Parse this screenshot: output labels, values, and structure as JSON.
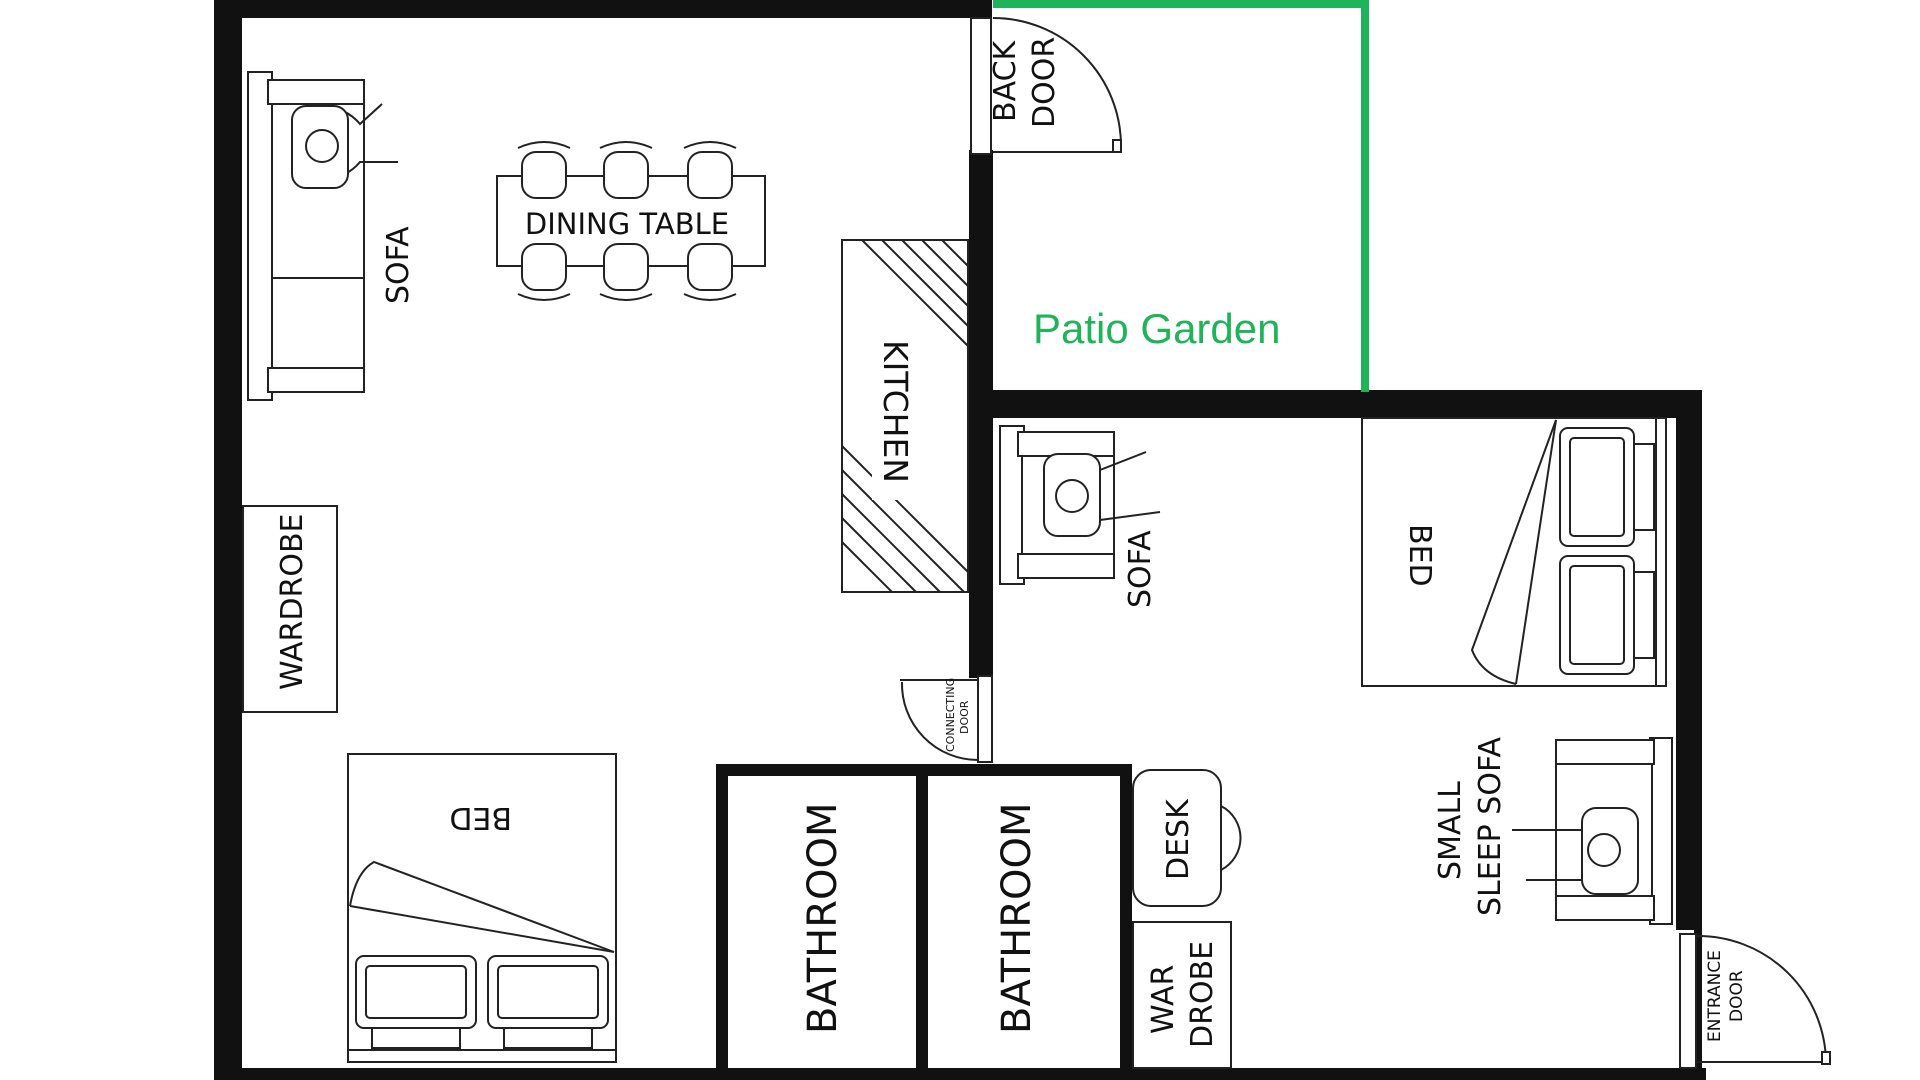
{
  "plan": {
    "colors": {
      "wall": "#111111",
      "patio": "#1fb35a",
      "background": "#ffffff"
    },
    "labels": {
      "patio": "Patio Garden",
      "sofa_living": "SOFA",
      "dining": "DINING TABLE",
      "kitchen": "KITCHEN",
      "wardrobe_left": "WARDROBE",
      "bed_left": "BED",
      "bathroom_1": "BATHROOM",
      "bathroom_2": "BATHROOM",
      "desk": "DESK",
      "wardrobe_small_1": "WAR",
      "wardrobe_small_2": "DROBE",
      "sofa_bedroom": "SOFA",
      "bed_right": "BED",
      "sleep_sofa_1": "SMALL",
      "sleep_sofa_2": "SLEEP SOFA",
      "back_door_1": "BACK",
      "back_door_2": "DOOR",
      "connecting_door_1": "CONNECTING",
      "connecting_door_2": "DOOR",
      "entrance_door_1": "ENTRANCE",
      "entrance_door_2": "DOOR"
    }
  }
}
